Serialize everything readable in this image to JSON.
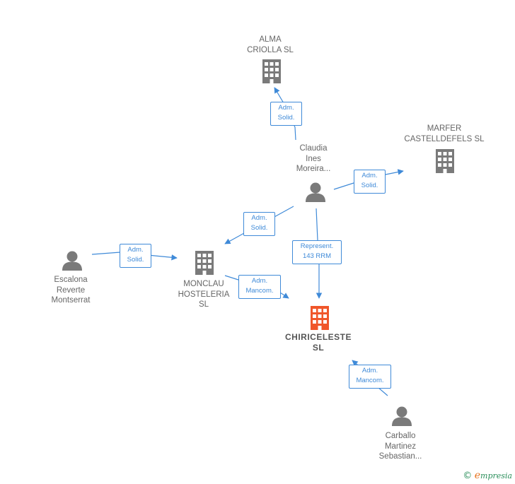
{
  "colors": {
    "edge": "#3f8ad8",
    "icon": "#7a7a7a",
    "focus_icon": "#f0562a",
    "label": "#666666"
  },
  "nodes": {
    "alma_criolla": {
      "label": "ALMA\nCRIOLLA  SL",
      "kind": "company"
    },
    "marfer": {
      "label": "MARFER\nCASTELLDEFELS SL",
      "kind": "company"
    },
    "claudia": {
      "label": "Claudia\nInes\nMoreira...",
      "kind": "person"
    },
    "escalona": {
      "label": "Escalona\nReverte\nMontserrat",
      "kind": "person"
    },
    "monclau": {
      "label": "MONCLAU\nHOSTELERIA\nSL",
      "kind": "company"
    },
    "chiriceleste": {
      "label": "CHIRICELESTE\nSL",
      "kind": "focus-company"
    },
    "carballo": {
      "label": "Carballo\nMartinez\nSebastian...",
      "kind": "person"
    }
  },
  "edges": {
    "claudia_alma": "Adm.\nSolid.",
    "claudia_marfer": "Adm.\nSolid.",
    "claudia_monclau": "Adm.\nSolid.",
    "claudia_chiriceleste": "Represent.\n143 RRM",
    "escalona_monclau": "Adm.\nSolid.",
    "monclau_chiriceleste": "Adm.\nMancom.",
    "carballo_chiriceleste": "Adm.\nMancom."
  },
  "footer": {
    "copyright_symbol": "©",
    "brand_initial": "e",
    "brand_rest": "mpresia"
  }
}
